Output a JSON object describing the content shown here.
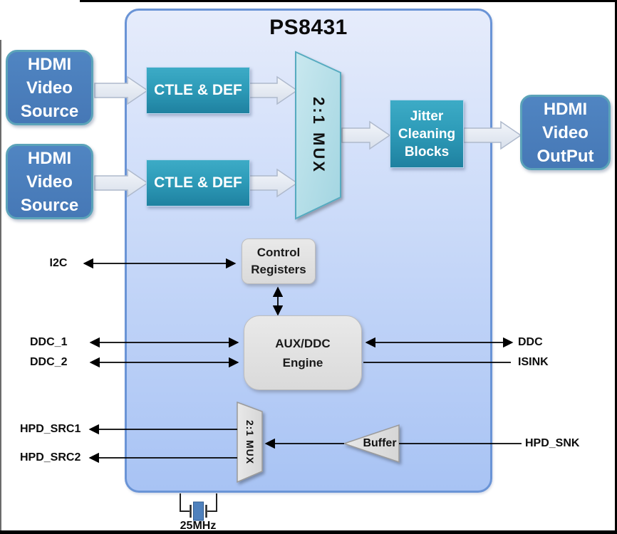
{
  "title": "PS8431",
  "blocks": {
    "hdmi_source_1": "HDMI\nVideo\nSource",
    "hdmi_source_2": "HDMI\nVideo\nSource",
    "ctle_1": "CTLE & DEF",
    "ctle_2": "CTLE & DEF",
    "mux_main": "2:1 MUX",
    "jitter": "Jitter\nCleaning\nBlocks",
    "hdmi_output": "HDMI\nVideo\nOutPut",
    "control_registers": "Control\nRegisters",
    "aux_ddc_engine": "AUX/DDC\nEngine",
    "mux_hpd": "2:1 MUX",
    "buffer": "Buffer"
  },
  "ports": {
    "i2c": "I2C",
    "ddc_1": "DDC_1",
    "ddc_2": "DDC_2",
    "ddc": "DDC",
    "isink": "ISINK",
    "hpd_src1": "HPD_SRC1",
    "hpd_src2": "HPD_SRC2",
    "hpd_snk": "HPD_SNK",
    "crystal": "25MHz"
  },
  "colors": {
    "chip_border": "#6a94d6",
    "chip_fill_top": "#e6ecfb",
    "chip_fill_bottom": "#a8c3f4",
    "hdmi_box_fill": "#4a7dbc",
    "hdmi_box_border": "#5ba3b9",
    "teal_block_top": "#3dabc6",
    "teal_block_bottom": "#1f81a0",
    "mux_fill": "#b9e2ea",
    "mux_border": "#57abc0",
    "gray_block_fill": "#e0e0e0",
    "block_arrow_fill": "#e9eef5",
    "block_arrow_border": "#aeb9cc",
    "signal_line": "#000000",
    "crystal_fill": "#4f81bd"
  }
}
